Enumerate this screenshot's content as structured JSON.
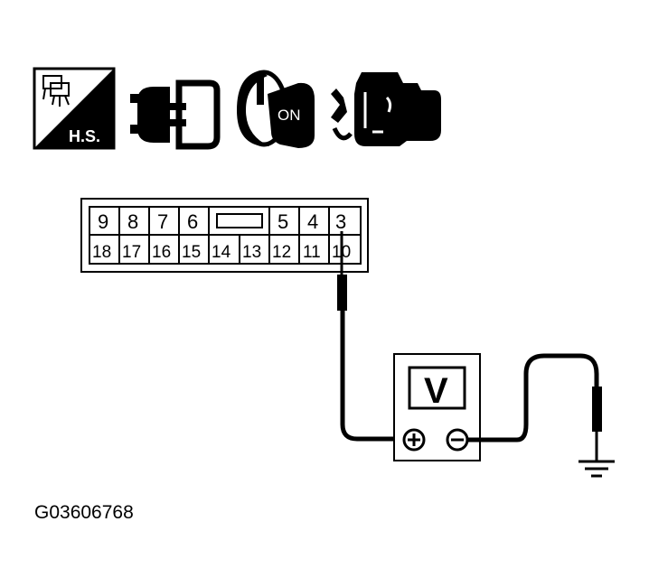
{
  "icons": {
    "harness_label": "H.S.",
    "ignition_label": "ON"
  },
  "connector": {
    "top_row": [
      "9",
      "8",
      "7",
      "6",
      "",
      "5",
      "4",
      "3"
    ],
    "bottom_row": [
      "18",
      "17",
      "16",
      "15",
      "14",
      "13",
      "12",
      "11",
      "10"
    ],
    "probed_pins": [
      "3",
      "10"
    ]
  },
  "meter": {
    "label": "V",
    "positive_symbol": "+",
    "negative_symbol": "−"
  },
  "reference_code": "G03606768"
}
